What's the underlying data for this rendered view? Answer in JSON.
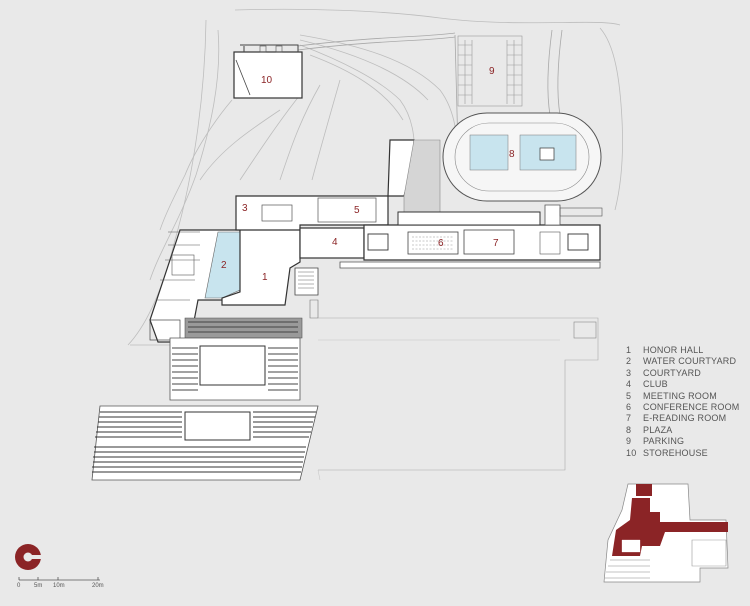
{
  "labels": {
    "l1": "1",
    "l2": "2",
    "l3": "3",
    "l4": "4",
    "l5": "5",
    "l6": "6",
    "l7": "7",
    "l8": "8",
    "l9": "9",
    "l10": "10"
  },
  "legend": [
    {
      "num": "1",
      "text": "HONOR HALL"
    },
    {
      "num": "2",
      "text": "WATER COURTYARD"
    },
    {
      "num": "3",
      "text": "COURTYARD"
    },
    {
      "num": "4",
      "text": "CLUB"
    },
    {
      "num": "5",
      "text": "MEETING ROOM"
    },
    {
      "num": "6",
      "text": "CONFERENCE ROOM"
    },
    {
      "num": "7",
      "text": "E-READING ROOM"
    },
    {
      "num": "8",
      "text": "PLAZA"
    },
    {
      "num": "9",
      "text": "PARKING"
    },
    {
      "num": "10",
      "text": "STOREHOUSE"
    }
  ],
  "scale": {
    "t0": "0",
    "t5": "5m",
    "t10": "10m",
    "t20": "20m"
  },
  "colors": {
    "accent": "#8b2426",
    "water": "#c8e4ee",
    "background": "#e9e9e9",
    "line": "#555555"
  }
}
